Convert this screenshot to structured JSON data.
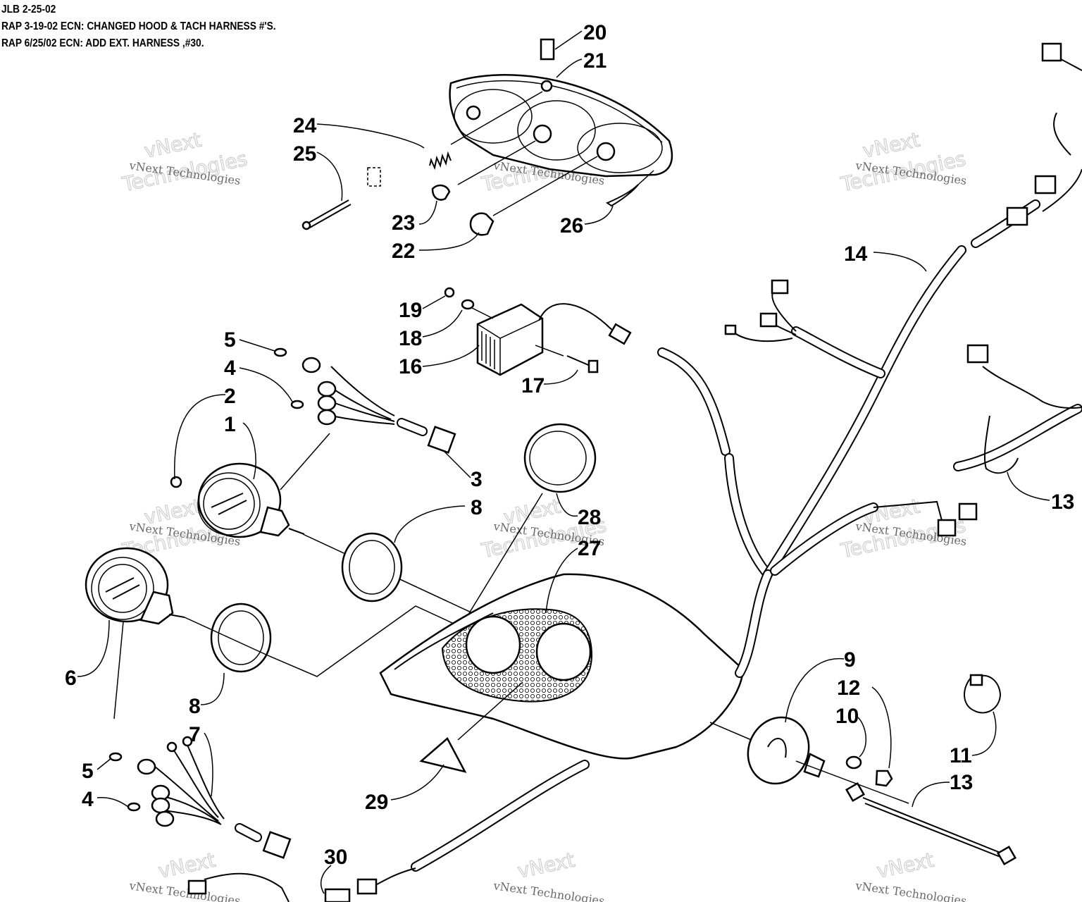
{
  "revision_notes": [
    "JLB 2-25-02",
    "RAP 3-19-02 ECN: CHANGED HOOD & TACH HARNESS #'S.",
    "RAP 6/25/02 ECN: ADD EXT. HARNESS ,#30."
  ],
  "callouts": [
    "1",
    "2",
    "3",
    "4",
    "4",
    "5",
    "5",
    "6",
    "7",
    "8",
    "8",
    "9",
    "10",
    "11",
    "12",
    "13",
    "13",
    "14",
    "16",
    "17",
    "18",
    "19",
    "20",
    "21",
    "22",
    "23",
    "24",
    "25",
    "26",
    "27",
    "28",
    "29",
    "30"
  ],
  "watermark": {
    "line1": "vNext Technologies",
    "line2": "Technologies",
    "line3": "vNext"
  }
}
